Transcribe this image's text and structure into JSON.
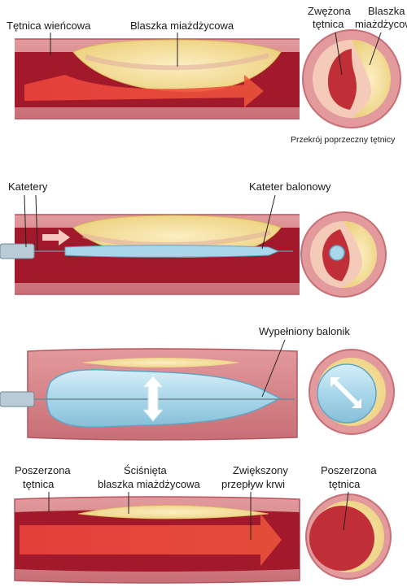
{
  "panels": {
    "p1": {
      "label_artery": "Tętnica wieńcowa",
      "label_plaque": "Blaszka miażdżycowa",
      "label_narrowed_1": "Zwężona",
      "label_narrowed_2": "tętnica",
      "label_plaque_side_1": "Blaszka",
      "label_plaque_side_2": "miażdżycowa",
      "label_cross_section": "Przekrój poprzeczny tętnicy"
    },
    "p2": {
      "label_catheters": "Katetery",
      "label_balloon_catheter": "Kateter balonowy"
    },
    "p3": {
      "label_inflated_balloon": "Wypełniony balonik"
    },
    "p4": {
      "label_widened_1": "Poszerzona",
      "label_widened_2": "tętnica",
      "label_compressed_1": "Ściśnięta",
      "label_compressed_2": "blaszka miażdżycowa",
      "label_flow_1": "Zwiększony",
      "label_flow_2": "przepływ krwi",
      "label_widened_side_1": "Poszerzona",
      "label_widened_side_2": "tętnica"
    }
  },
  "colors": {
    "wall": "#d7868a",
    "wall_edge": "#b45560",
    "lumen": "#a1192b",
    "plaque": "#f3dc96",
    "plaque_core": "#f8e8b3",
    "balloon": "#a9d7ea"
  }
}
